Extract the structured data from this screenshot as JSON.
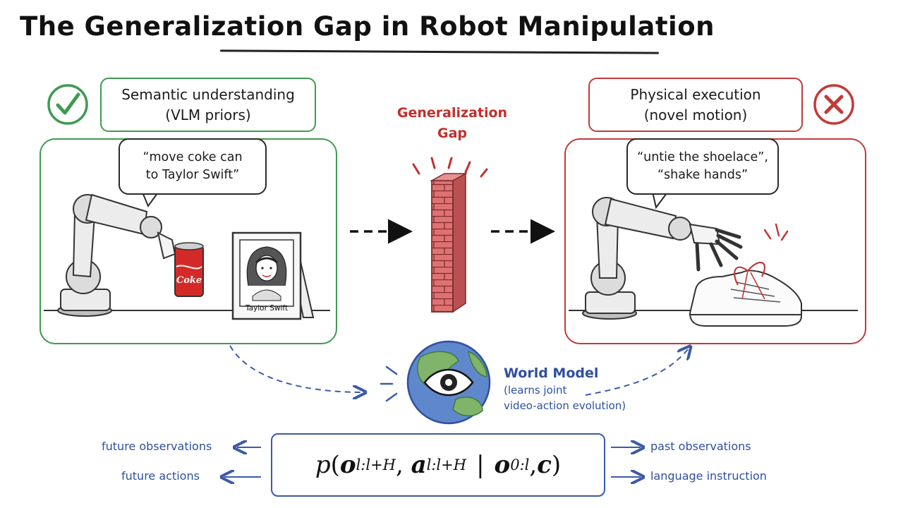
{
  "title": "The Generalization Gap in Robot Manipulation",
  "semantic": {
    "line1": "Semantic understanding",
    "line2": "(VLM priors)",
    "quote_line1": "“move coke can",
    "quote_line2": "to Taylor Swift”",
    "can_label": "Coke",
    "frame_label": "Taylor Swift",
    "status": "check-icon"
  },
  "gap": {
    "line1": "Generalization",
    "line2": "Gap"
  },
  "physical": {
    "line1": "Physical execution",
    "line2": "(novel motion)",
    "quote_line1": "“untie the shoelace”,",
    "quote_line2": "“shake hands”",
    "status": "cross-icon"
  },
  "world_model": {
    "title": "World Model",
    "line1": "(learns joint",
    "line2": "video-action evolution)",
    "icon": "globe-eye-icon"
  },
  "formula": {
    "p": "p",
    "o": "o",
    "o_sub": "l:l+H",
    "a": "a",
    "a_sub": "l:l+H",
    "bar": "|",
    "o_past": "o",
    "o_past_sub": "0:l",
    "c": "c"
  },
  "labels": {
    "future_observations": "future observations",
    "future_actions": "future actions",
    "past_observations": "past observations",
    "language_instruction": "language instruction"
  },
  "colors": {
    "green": "#3f9a52",
    "red": "#c23a3a",
    "blue": "#3b5aa8",
    "brick": "#d9696a"
  }
}
